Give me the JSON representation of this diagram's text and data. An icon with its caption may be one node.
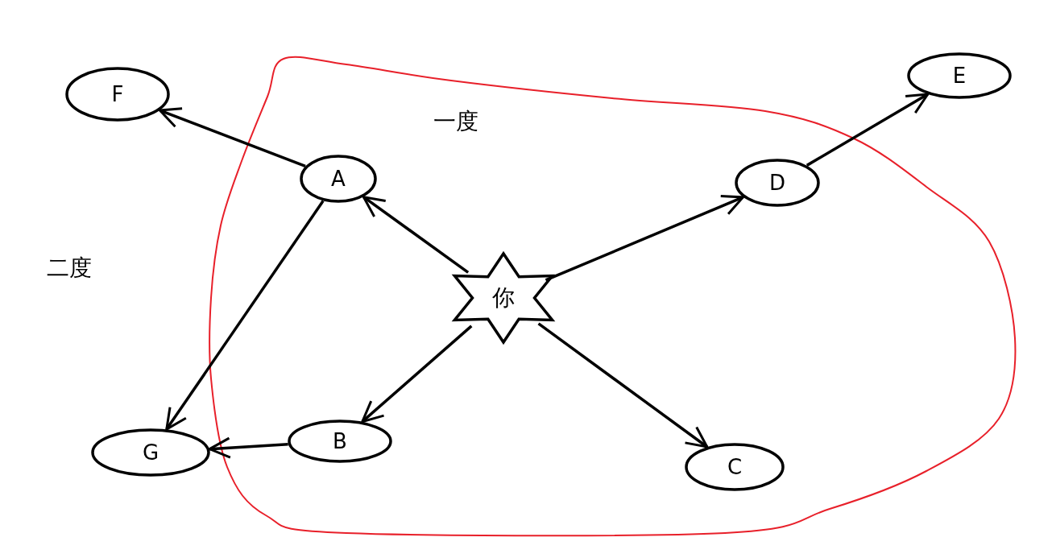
{
  "diagram": {
    "nodes": [
      {
        "text": [
          "F"
        ]
      },
      {
        "text": [
          "E"
        ]
      },
      {
        "text": [
          "一度"
        ]
      },
      {
        "text": [
          "A"
        ],
        "in": 2
      },
      {
        "text": [
          "D"
        ],
        "in": 2
      },
      {
        "text": [
          "你"
        ],
        "in": 2
      },
      {
        "text": [
          "B"
        ],
        "in": 2
      },
      {
        "text": [
          "C"
        ],
        "in": 2
      },
      {
        "text": [
          "G"
        ]
      }
    ],
    "edges": [
      {
        "from": 5,
        "to": 3,
        "arrow": "to"
      },
      {
        "from": 5,
        "to": 4,
        "arrow": "to"
      },
      {
        "from": 5,
        "to": 6,
        "arrow": "to"
      },
      {
        "from": 5,
        "to": 7,
        "arrow": "to"
      },
      {
        "from": 3,
        "to": 0,
        "arrow": "to"
      },
      {
        "from": 4,
        "to": 1,
        "arrow": "to"
      },
      {
        "from": 3,
        "to": 8,
        "arrow": "to"
      },
      {
        "from": 6,
        "to": 8,
        "arrow": "to"
      }
    ],
    "labels": [
      "二度"
    ]
  }
}
